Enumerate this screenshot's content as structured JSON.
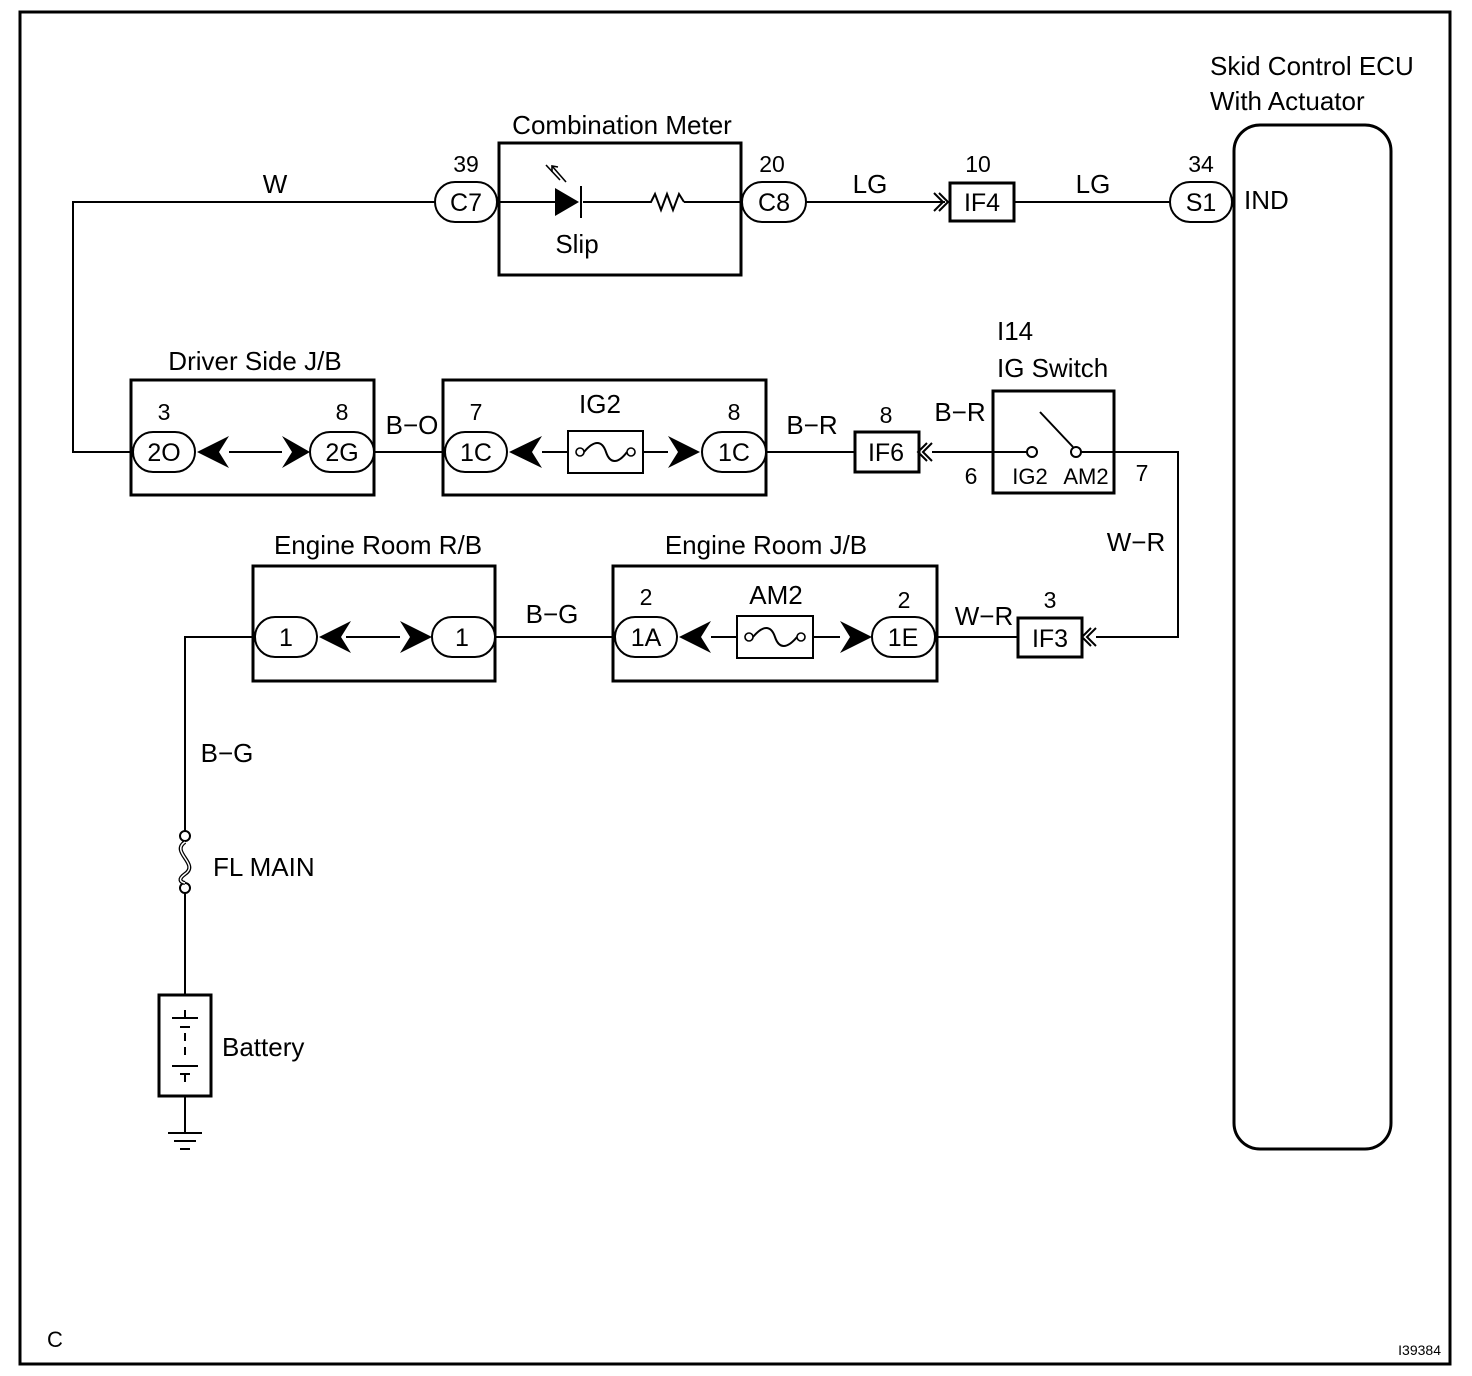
{
  "frame_letter": "C",
  "figure_id": "I39384",
  "components": {
    "skid_ecu": {
      "title_line1": "Skid Control ECU",
      "title_line2": "With Actuator",
      "terminal_label": "IND",
      "connector": "S1",
      "pin": "34"
    },
    "combination_meter": {
      "title": "Combination Meter",
      "lamp_label": "Slip",
      "left_connector": "C7",
      "left_pin": "39",
      "right_connector": "C8",
      "right_pin": "20"
    },
    "ig_switch": {
      "code": "I14",
      "title": "IG Switch",
      "left_terminal": "IG2",
      "right_terminal": "AM2",
      "left_pin": "6",
      "right_pin": "7"
    },
    "driver_side_jb": {
      "title": "Driver Side J/B",
      "left_connector": "2O",
      "left_pin": "3",
      "right_connector": "2G",
      "right_pin": "8"
    },
    "ig2_fuse_block": {
      "fuse_label": "IG2",
      "left_connector": "1C",
      "left_pin": "7",
      "right_connector": "1C",
      "right_pin": "8"
    },
    "engine_room_rb": {
      "title": "Engine Room R/B",
      "left_connector": "1",
      "right_connector": "1"
    },
    "engine_room_jb": {
      "title": "Engine Room J/B",
      "fuse_label": "AM2",
      "left_connector": "1A",
      "left_pin": "2",
      "right_connector": "1E",
      "right_pin": "2"
    },
    "fl_main": {
      "label": "FL MAIN"
    },
    "battery": {
      "label": "Battery"
    }
  },
  "inline_connectors": {
    "if4": {
      "name": "IF4",
      "pin": "10"
    },
    "if6": {
      "name": "IF6",
      "pin": "8"
    },
    "if3": {
      "name": "IF3",
      "pin": "3"
    }
  },
  "wires": {
    "w_meter": "W",
    "lg_left": "LG",
    "lg_right": "LG",
    "bo": "B−O",
    "br_left": "B−R",
    "br_right": "B−R",
    "wr_vertical": "W−R",
    "wr_bottom": "W−R",
    "bg_top": "B−G",
    "bg_vertical": "B−G"
  }
}
